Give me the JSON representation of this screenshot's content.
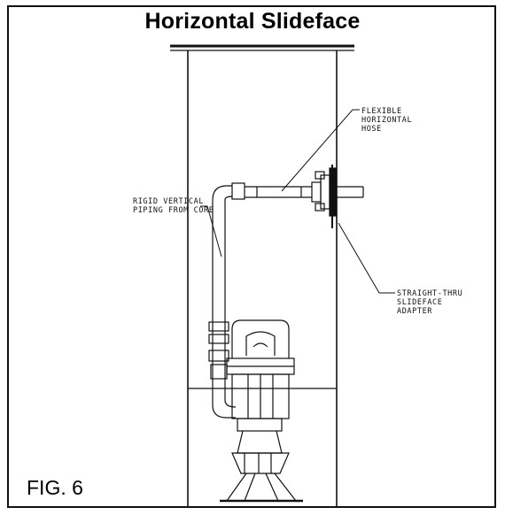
{
  "title": "Horizontal Slideface",
  "figure_label": "FIG. 6",
  "callouts": {
    "rigid_piping": [
      "RIGID VERTICAL",
      "PIPING FROM CORE"
    ],
    "flexible_hose": [
      "FLEXIBLE",
      "HORIZONTAL",
      "HOSE"
    ],
    "slideface_adapter": [
      "STRAIGHT-THRU",
      "SLIDEFACE",
      "ADAPTER"
    ]
  }
}
